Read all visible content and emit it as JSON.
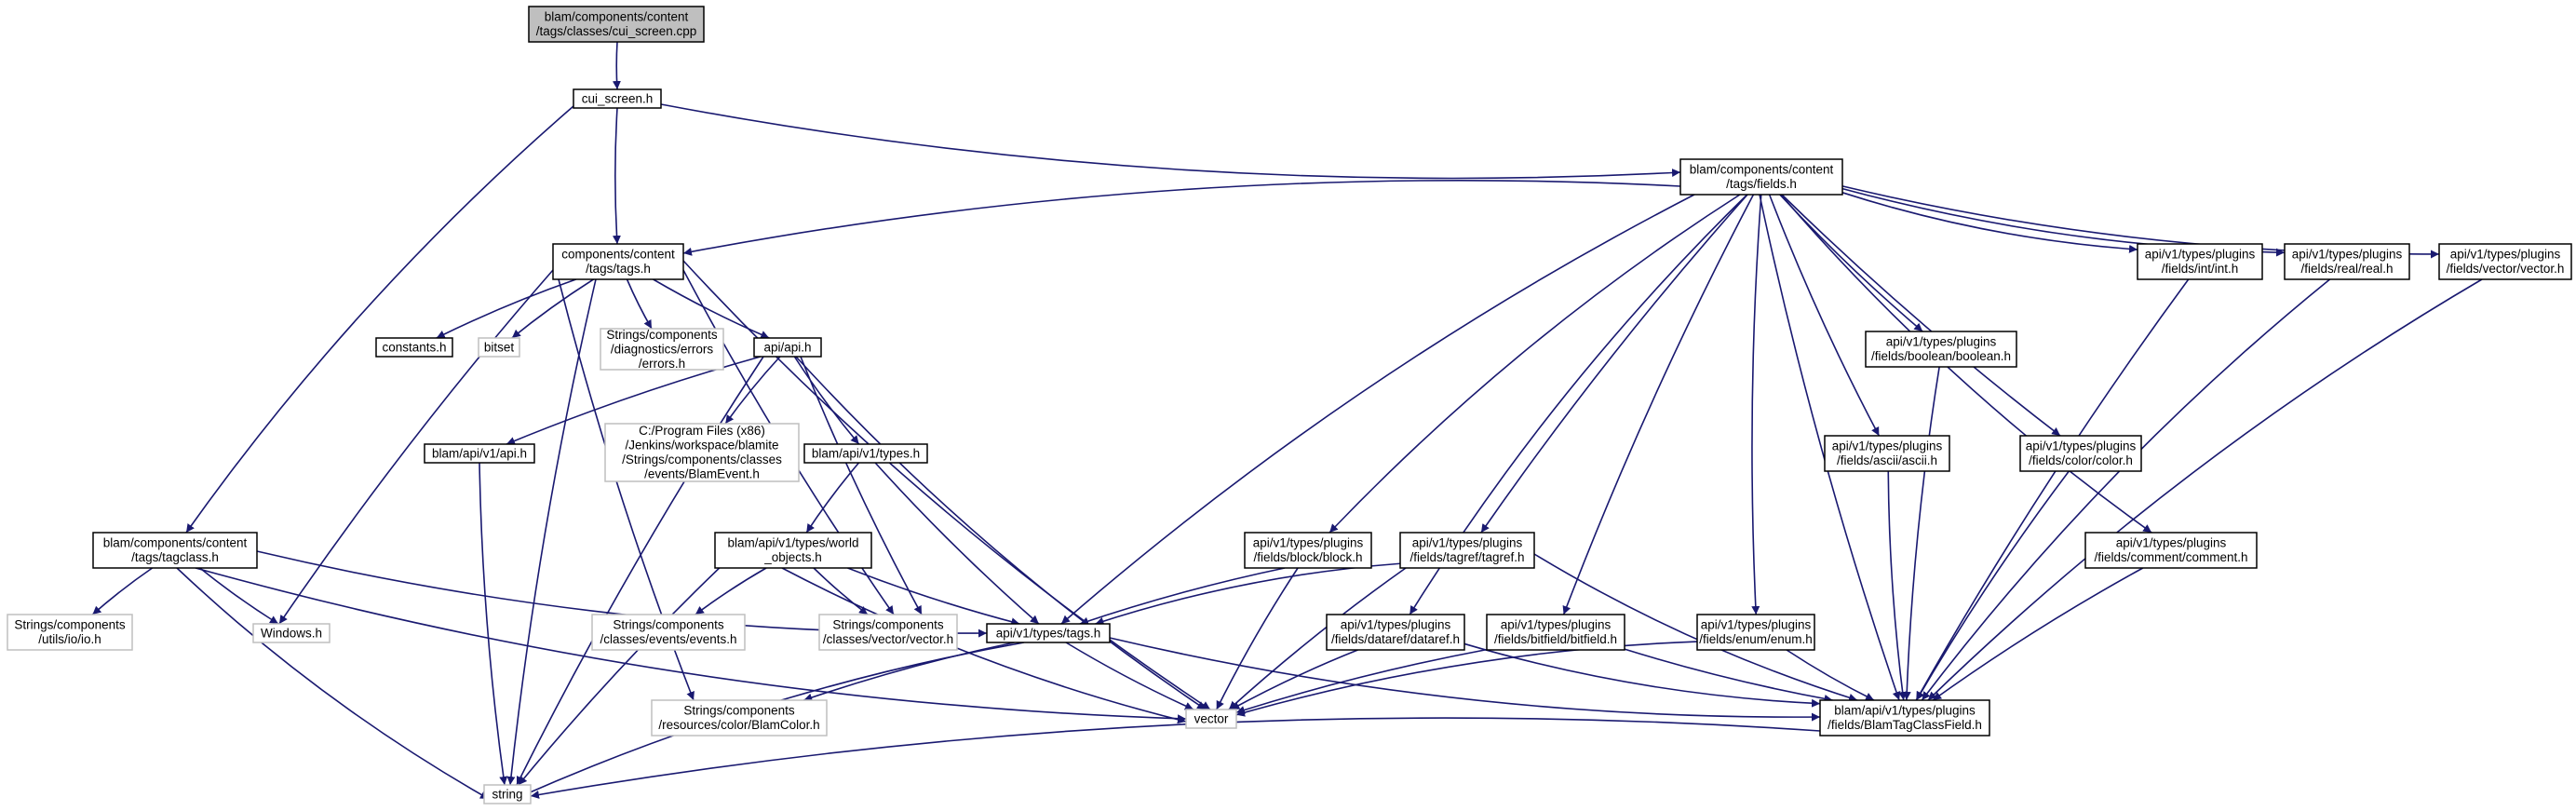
{
  "colors": {
    "edge": "#191970",
    "node_border": "#000000",
    "missing_border": "#bfbfbf",
    "root_fill": "#bfbfbf",
    "node_fill": "#ffffff",
    "text": "#000000"
  },
  "nodes": [
    {
      "id": "cui_screen_cpp",
      "kind": "root",
      "lines": [
        "blam/components/content",
        "/tags/classes/cui_screen.cpp"
      ]
    },
    {
      "id": "cui_screen_h",
      "kind": "file",
      "lines": [
        "cui_screen.h"
      ]
    },
    {
      "id": "fields_h",
      "kind": "file",
      "lines": [
        "blam/components/content",
        "/tags/fields.h"
      ]
    },
    {
      "id": "tags_h",
      "kind": "file",
      "lines": [
        "components/content",
        "/tags/tags.h"
      ]
    },
    {
      "id": "constants_h",
      "kind": "file",
      "lines": [
        "constants.h"
      ]
    },
    {
      "id": "bitset",
      "kind": "missing",
      "lines": [
        "bitset"
      ]
    },
    {
      "id": "errors_h",
      "kind": "missing",
      "lines": [
        "Strings/components",
        "/diagnostics/errors",
        "/errors.h"
      ]
    },
    {
      "id": "api_h",
      "kind": "file",
      "lines": [
        "api/api.h"
      ]
    },
    {
      "id": "blam_api_h",
      "kind": "file",
      "lines": [
        "blam/api/v1/api.h"
      ]
    },
    {
      "id": "blamevent_h",
      "kind": "missing",
      "lines": [
        "C:/Program Files (x86)",
        "/Jenkins/workspace/blamite",
        "/Strings/components/classes",
        "/events/BlamEvent.h"
      ]
    },
    {
      "id": "types_h",
      "kind": "file",
      "lines": [
        "blam/api/v1/types.h"
      ]
    },
    {
      "id": "world_objects_h",
      "kind": "file",
      "lines": [
        "blam/api/v1/types/world",
        "_objects.h"
      ]
    },
    {
      "id": "events_h",
      "kind": "missing",
      "lines": [
        "Strings/components",
        "/classes/events/events.h"
      ]
    },
    {
      "id": "vectorvec_h",
      "kind": "missing",
      "lines": [
        "Strings/components",
        "/classes/vector/vector.h"
      ]
    },
    {
      "id": "tagclass_h",
      "kind": "file",
      "lines": [
        "blam/components/content",
        "/tags/tagclass.h"
      ]
    },
    {
      "id": "io_h",
      "kind": "missing",
      "lines": [
        "Strings/components",
        "/utils/io/io.h"
      ]
    },
    {
      "id": "windows_h",
      "kind": "missing",
      "lines": [
        "Windows.h"
      ]
    },
    {
      "id": "api_tags_h",
      "kind": "file",
      "lines": [
        "api/v1/types/tags.h"
      ]
    },
    {
      "id": "blamcolor_h",
      "kind": "missing",
      "lines": [
        "Strings/components",
        "/resources/color/BlamColor.h"
      ]
    },
    {
      "id": "vector",
      "kind": "missing",
      "lines": [
        "vector"
      ]
    },
    {
      "id": "string",
      "kind": "missing",
      "lines": [
        "string"
      ]
    },
    {
      "id": "block_h",
      "kind": "file",
      "lines": [
        "api/v1/types/plugins",
        "/fields/block/block.h"
      ]
    },
    {
      "id": "tagref_h",
      "kind": "file",
      "lines": [
        "api/v1/types/plugins",
        "/fields/tagref/tagref.h"
      ]
    },
    {
      "id": "dataref_h",
      "kind": "file",
      "lines": [
        "api/v1/types/plugins",
        "/fields/dataref/dataref.h"
      ]
    },
    {
      "id": "bitfield_h",
      "kind": "file",
      "lines": [
        "api/v1/types/plugins",
        "/fields/bitfield/bitfield.h"
      ]
    },
    {
      "id": "enum_h",
      "kind": "file",
      "lines": [
        "api/v1/types/plugins",
        "/fields/enum/enum.h"
      ]
    },
    {
      "id": "ascii_h",
      "kind": "file",
      "lines": [
        "api/v1/types/plugins",
        "/fields/ascii/ascii.h"
      ]
    },
    {
      "id": "boolean_h",
      "kind": "file",
      "lines": [
        "api/v1/types/plugins",
        "/fields/boolean/boolean.h"
      ]
    },
    {
      "id": "color_h",
      "kind": "file",
      "lines": [
        "api/v1/types/plugins",
        "/fields/color/color.h"
      ]
    },
    {
      "id": "comment_h",
      "kind": "file",
      "lines": [
        "api/v1/types/plugins",
        "/fields/comment/comment.h"
      ]
    },
    {
      "id": "int_h",
      "kind": "file",
      "lines": [
        "api/v1/types/plugins",
        "/fields/int/int.h"
      ]
    },
    {
      "id": "real_h",
      "kind": "file",
      "lines": [
        "api/v1/types/plugins",
        "/fields/real/real.h"
      ]
    },
    {
      "id": "vector_plugin_h",
      "kind": "file",
      "lines": [
        "api/v1/types/plugins",
        "/fields/vector/vector.h"
      ]
    },
    {
      "id": "blamtagclassfield_h",
      "kind": "file",
      "lines": [
        "blam/api/v1/types/plugins",
        "/fields/BlamTagClassField.h"
      ]
    }
  ],
  "edges": [
    [
      "cui_screen_cpp",
      "cui_screen_h"
    ],
    [
      "cui_screen_h",
      "fields_h"
    ],
    [
      "cui_screen_h",
      "tags_h"
    ],
    [
      "cui_screen_h",
      "tagclass_h"
    ],
    [
      "fields_h",
      "tags_h"
    ],
    [
      "fields_h",
      "api_tags_h"
    ],
    [
      "fields_h",
      "block_h"
    ],
    [
      "fields_h",
      "tagref_h"
    ],
    [
      "fields_h",
      "dataref_h"
    ],
    [
      "fields_h",
      "bitfield_h"
    ],
    [
      "fields_h",
      "enum_h"
    ],
    [
      "fields_h",
      "ascii_h"
    ],
    [
      "fields_h",
      "boolean_h"
    ],
    [
      "fields_h",
      "color_h"
    ],
    [
      "fields_h",
      "comment_h"
    ],
    [
      "fields_h",
      "int_h"
    ],
    [
      "fields_h",
      "real_h"
    ],
    [
      "fields_h",
      "vector_plugin_h"
    ],
    [
      "fields_h",
      "blamtagclassfield_h"
    ],
    [
      "tags_h",
      "constants_h"
    ],
    [
      "tags_h",
      "bitset"
    ],
    [
      "tags_h",
      "errors_h"
    ],
    [
      "tags_h",
      "api_h"
    ],
    [
      "tags_h",
      "windows_h"
    ],
    [
      "tags_h",
      "string"
    ],
    [
      "tags_h",
      "blamcolor_h"
    ],
    [
      "tags_h",
      "vectorvec_h"
    ],
    [
      "tags_h",
      "vector"
    ],
    [
      "api_h",
      "blam_api_h"
    ],
    [
      "api_h",
      "blamevent_h"
    ],
    [
      "api_h",
      "types_h"
    ],
    [
      "api_h",
      "vectorvec_h"
    ],
    [
      "api_h",
      "string"
    ],
    [
      "api_h",
      "vector"
    ],
    [
      "blam_api_h",
      "string"
    ],
    [
      "types_h",
      "world_objects_h"
    ],
    [
      "types_h",
      "api_tags_h"
    ],
    [
      "world_objects_h",
      "events_h"
    ],
    [
      "world_objects_h",
      "vectorvec_h"
    ],
    [
      "world_objects_h",
      "api_tags_h"
    ],
    [
      "world_objects_h",
      "string"
    ],
    [
      "world_objects_h",
      "vector"
    ],
    [
      "tagclass_h",
      "io_h"
    ],
    [
      "tagclass_h",
      "windows_h"
    ],
    [
      "tagclass_h",
      "api_tags_h"
    ],
    [
      "tagclass_h",
      "string"
    ],
    [
      "tagclass_h",
      "vector"
    ],
    [
      "api_tags_h",
      "blamcolor_h"
    ],
    [
      "api_tags_h",
      "vector"
    ],
    [
      "api_tags_h",
      "string"
    ],
    [
      "api_tags_h",
      "blamtagclassfield_h"
    ],
    [
      "block_h",
      "api_tags_h"
    ],
    [
      "block_h",
      "vector"
    ],
    [
      "tagref_h",
      "api_tags_h"
    ],
    [
      "tagref_h",
      "vector"
    ],
    [
      "tagref_h",
      "blamtagclassfield_h"
    ],
    [
      "dataref_h",
      "vector"
    ],
    [
      "dataref_h",
      "blamtagclassfield_h"
    ],
    [
      "bitfield_h",
      "vector"
    ],
    [
      "bitfield_h",
      "blamtagclassfield_h"
    ],
    [
      "enum_h",
      "vector"
    ],
    [
      "enum_h",
      "blamtagclassfield_h"
    ],
    [
      "ascii_h",
      "blamtagclassfield_h"
    ],
    [
      "boolean_h",
      "blamtagclassfield_h"
    ],
    [
      "color_h",
      "blamtagclassfield_h"
    ],
    [
      "comment_h",
      "blamtagclassfield_h"
    ],
    [
      "int_h",
      "blamtagclassfield_h"
    ],
    [
      "real_h",
      "blamtagclassfield_h"
    ],
    [
      "vector_plugin_h",
      "blamtagclassfield_h"
    ],
    [
      "blamtagclassfield_h",
      "string"
    ]
  ]
}
